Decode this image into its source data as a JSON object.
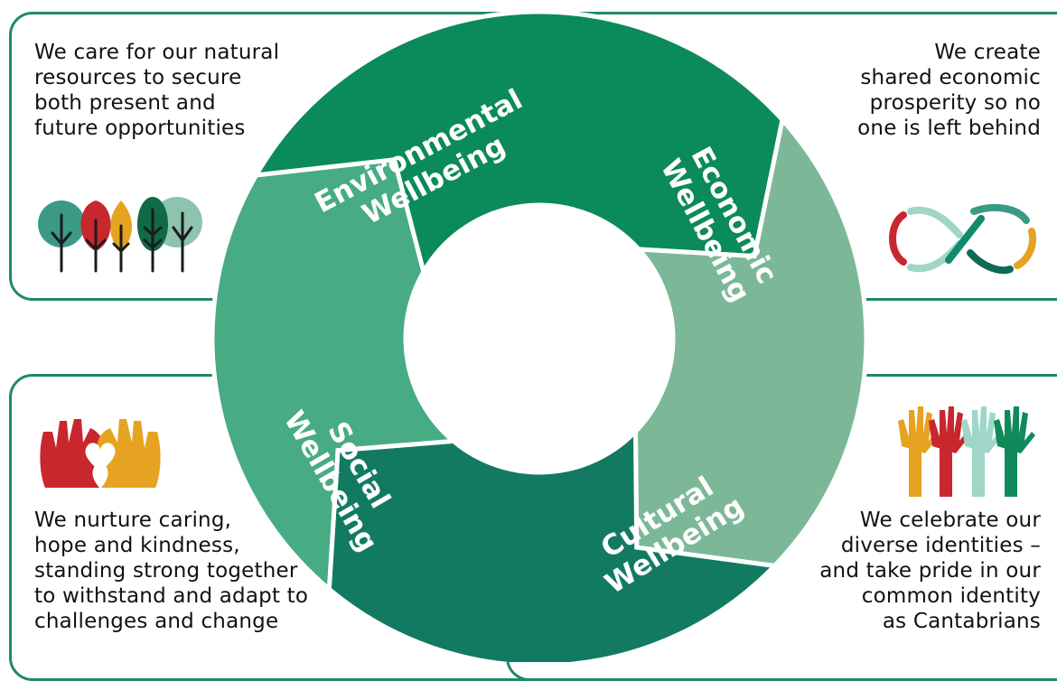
{
  "segments": {
    "environmental": {
      "line1": "Environmental",
      "line2": "Wellbeing",
      "color": "#0b8a5a"
    },
    "economic": {
      "line1": "Economic",
      "line2": "Wellbeing",
      "color": "#7cb897"
    },
    "cultural": {
      "line1": "Cultural",
      "line2": "Wellbeing",
      "color": "#137a62"
    },
    "social": {
      "line1": "Social",
      "line2": "Wellbeing",
      "color": "#47ab83"
    }
  },
  "descriptions": {
    "environmental": "We care for our natural\nresources to secure\nboth present and\nfuture opportunities",
    "economic": "We create\nshared economic\nprosperity so no\none is left behind",
    "social": "We nurture caring,\nhope and kindness,\nstanding strong together\nto withstand and adapt to\nchallenges and change",
    "cultural": "We celebrate our\ndiverse identities –\nand take pride in our\ncommon identity\nas Cantabrians"
  },
  "icons": {
    "environmental": "trees-icon",
    "economic": "infinity-icon",
    "social": "heart-hands-icon",
    "cultural": "raised-hands-icon"
  },
  "palette": {
    "border": "#1f8a63",
    "red": "#c8272e",
    "yellow": "#e6a321",
    "teal": "#3a9a86",
    "mint": "#9fd6c7",
    "darkgreen": "#0f6a45"
  }
}
